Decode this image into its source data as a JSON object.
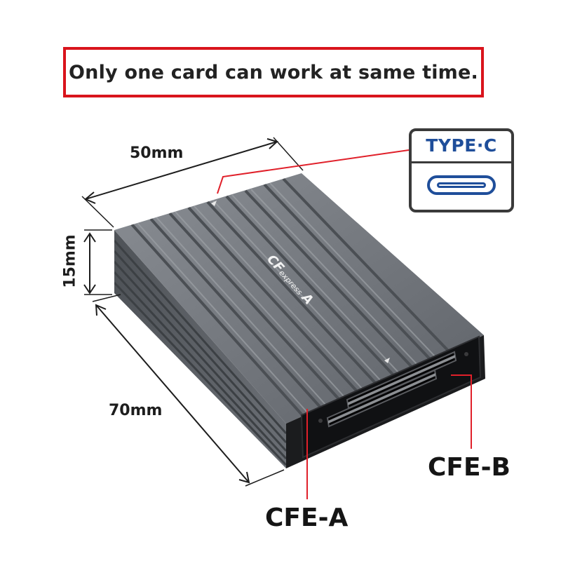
{
  "notice": {
    "text": "Only one card can work at same time."
  },
  "dimensions": {
    "width_label": "50mm",
    "height_label": "15mm",
    "length_label": "70mm"
  },
  "connector": {
    "title": "TYPE·C",
    "icon": "usb-c-port-icon"
  },
  "device": {
    "logo_text": "CFexpress A",
    "slots": [
      {
        "label": "CFE-A"
      },
      {
        "label": "CFE-B"
      }
    ]
  },
  "colors": {
    "notice_border": "#d9141c",
    "accent_blue": "#1f4e9a",
    "leader_line": "#e0202a",
    "device_body": "#6e7278"
  }
}
